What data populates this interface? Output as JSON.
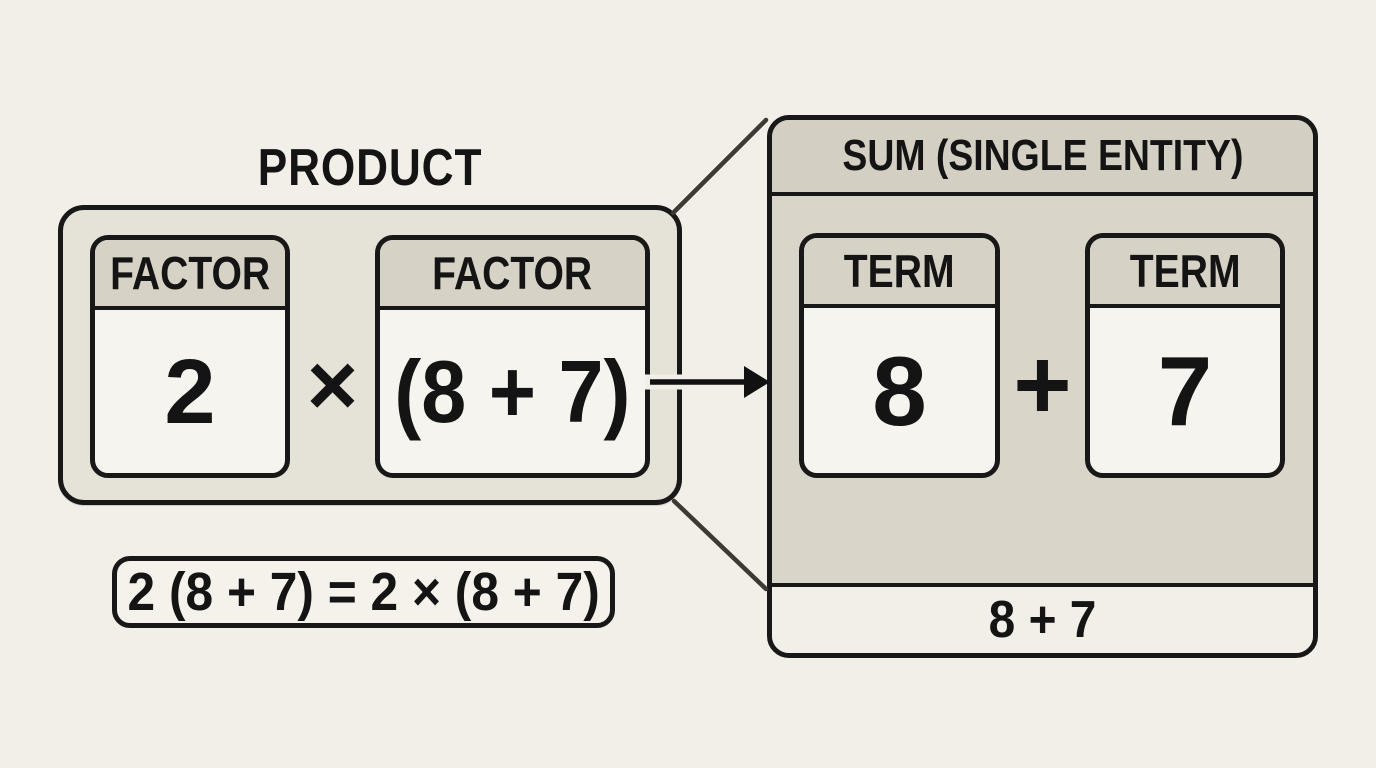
{
  "diagram": {
    "product": {
      "title": "PRODUCT",
      "operator": "×",
      "factors": [
        {
          "label": "FACTOR",
          "value": "2"
        },
        {
          "label": "FACTOR",
          "value": "(8 + 7)"
        }
      ]
    },
    "sum": {
      "title": "SUM (SINGLE ENTITY)",
      "operator": "+",
      "terms": [
        {
          "label": "TERM",
          "value": "8"
        },
        {
          "label": "TERM",
          "value": "7"
        }
      ],
      "footer": "8 + 7"
    },
    "equation": {
      "text": "2 (8 + 7) = 2 × (8 + 7)"
    },
    "colors": {
      "background": "#f1efe8",
      "product_fill": "#e5e2d8",
      "sum_fill": "#d9d5c8",
      "header_fill": "#d6d2c5",
      "value_fill": "#f6f4ee",
      "border": "#181818",
      "connector": "#3c3a33",
      "text": "#141414"
    }
  }
}
